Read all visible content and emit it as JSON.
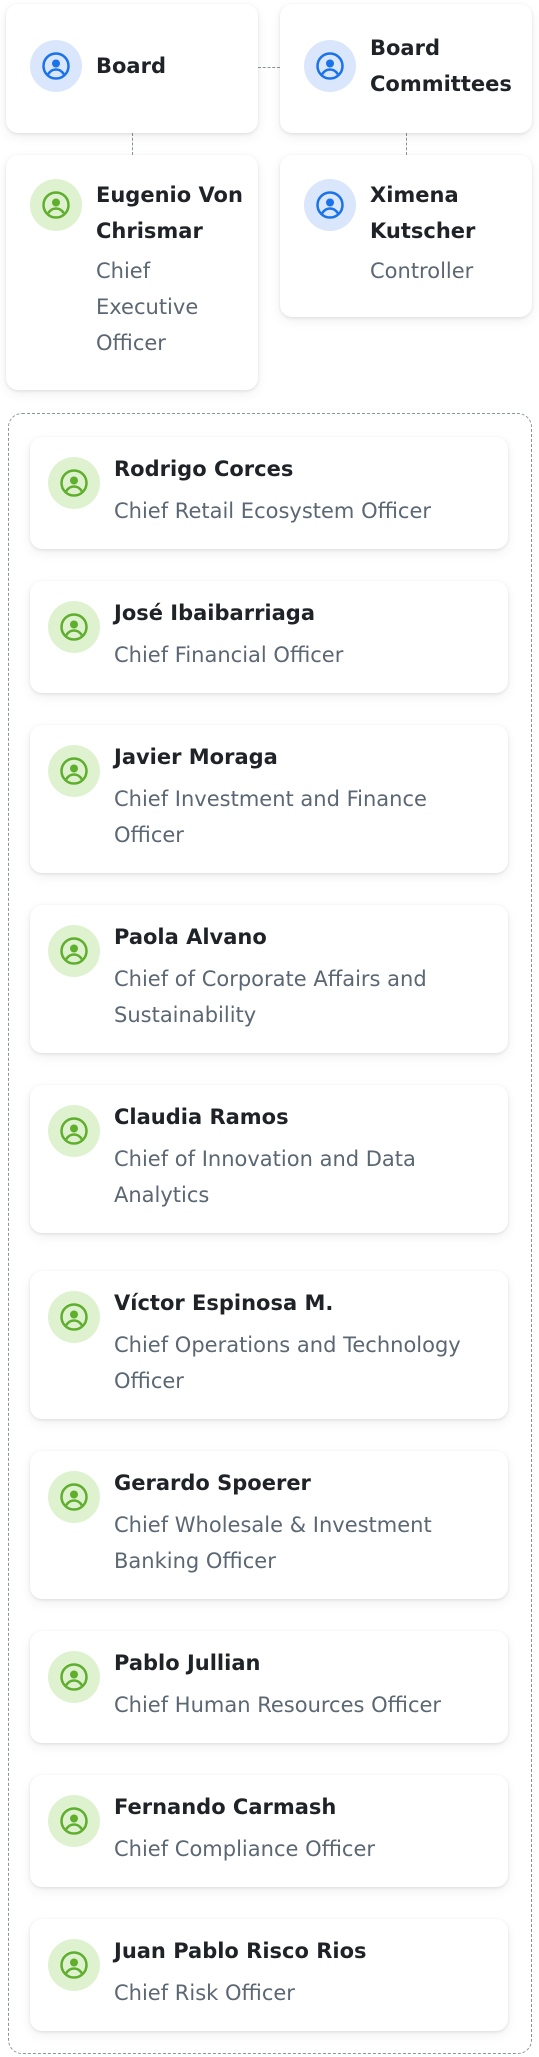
{
  "colors": {
    "blue_icon": "#1a73e8",
    "blue_bg": "#d9e6fc",
    "green_icon": "#5fae2e",
    "green_bg": "#dff2d0",
    "name_text": "#1f2328",
    "role_text": "#5b6773",
    "connector": "#8a949c"
  },
  "icon": "user-circle-icon",
  "top": {
    "board": {
      "name": "Board"
    },
    "committees": {
      "name": "Board Committees"
    },
    "ceo": {
      "name": "Eugenio Von Chrismar",
      "role": "Chief Executive Officer"
    },
    "controller": {
      "name": "Ximena Kutscher",
      "role": "Controller"
    }
  },
  "executives": [
    {
      "name": "Rodrigo Corces",
      "role": "Chief Retail Ecosystem Officer"
    },
    {
      "name": "José Ibaibarriaga",
      "role": "Chief Financial Officer"
    },
    {
      "name": "Javier Moraga",
      "role": "Chief Investment and Finance Officer"
    },
    {
      "name": "Paola Alvano",
      "role": "Chief of Corporate Affairs and Sustainability"
    },
    {
      "name": "Claudia Ramos",
      "role": "Chief of Innovation and Data Analytics"
    },
    {
      "name": "Víctor Espinosa M.",
      "role": "Chief Operations and Technology Officer"
    },
    {
      "name": "Gerardo Spoerer",
      "role": "Chief Wholesale & Investment Banking Officer"
    },
    {
      "name": "Pablo Jullian",
      "role": "Chief Human Resources Officer"
    },
    {
      "name": "Fernando Carmash",
      "role": "Chief Compliance Officer"
    },
    {
      "name": "Juan Pablo Risco Rios",
      "role": "Chief Risk Officer"
    }
  ]
}
